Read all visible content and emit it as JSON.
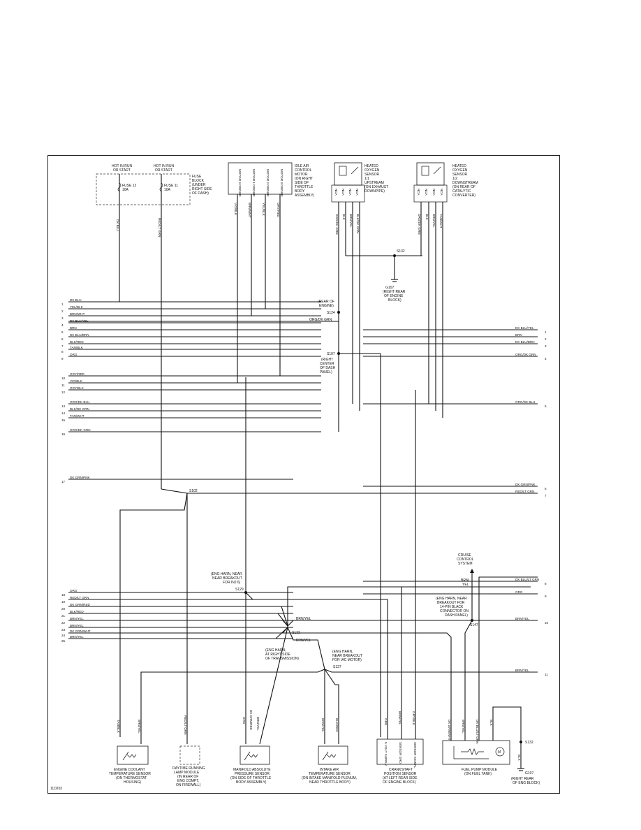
{
  "diagram_id": "11D202",
  "components": {
    "fuse_hot1": [
      "HOT IN RUN",
      "OR START"
    ],
    "fuse_hot2": [
      "HOT IN RUN",
      "OR START"
    ],
    "fuse12": [
      "FUSE 12",
      "10A"
    ],
    "fuse11": [
      "FUSE 11",
      "10A"
    ],
    "fuse_block": [
      "FUSE",
      "BLOCK",
      "(UNDER",
      "RIGHT SIDE",
      "OF DASH)"
    ],
    "iac": [
      "IDLE AIR",
      "CONTROL",
      "MOTOR",
      "(ON RIGHT",
      "SIDE OF",
      "THROTTLE",
      "BODY",
      "ASSEMBLY)"
    ],
    "iac_drivers": [
      "MOTOR 4 DRIVER",
      "MOTOR 1 DRIVER",
      "MOTOR 2 DRIVER",
      "MOTOR 3 DRIVER"
    ],
    "o2_1": [
      "HEATED",
      "OXYGEN",
      "SENSOR",
      "1/1",
      "UPSTREAM",
      "(ON EXHAUST",
      "DOWNPIPE)"
    ],
    "o2_2": [
      "HEATED",
      "OXYGEN",
      "SENSOR",
      "1/2",
      "DOWNSTREAM",
      "(ON REAR OF",
      "CATALYTIC",
      "CONVERTER)"
    ],
    "nca": "NCA",
    "ect": [
      "ENGINE COOLANT",
      "TEMPERATURE SENSOR",
      "(ON THERMOSTAT",
      "HOUSING)"
    ],
    "drl": [
      "DAYTIME RUNNING",
      "LAMP MODULE",
      "(IN REAR OF",
      "ENG COMPT,",
      "ON FIREWALL)"
    ],
    "map": [
      "MANIFOLD ABSOLUTE",
      "PRESSURE SENSOR",
      "(ON SIDE OF THROTTLE",
      "BODY ASSEMBLY)"
    ],
    "iat": [
      "INTAKE AIR",
      "TEMPERATURE SENSOR",
      "(ON INTAKE MANIFOLD PLENUM,",
      "NEAR THROTTLE BODY)"
    ],
    "ckp": [
      "CRANKSHAFT",
      "POSITION SENSOR",
      "(AT LEFT REAR SIDE",
      "OF ENGINE BLOCK)"
    ],
    "ckp_pins": [
      "5 VOLT SUPPLY",
      "SENSOR GRD",
      "SENSOR SIGNAL"
    ],
    "fpm": [
      "FUEL PUMP MODULE",
      "(ON FUEL TANK)"
    ],
    "cruise": [
      "CRUISE",
      "CONTROL",
      "SYSTEM"
    ]
  },
  "splices": {
    "s132": "S132",
    "g107a": [
      "G107",
      "(RIGHT REAR",
      "OF ENGINE",
      "BLOCK)"
    ],
    "s124": [
      "(REAR OF",
      "ENGINE)",
      "S124"
    ],
    "s107": [
      "S107",
      "(RIGHT",
      "CENTER",
      "OF DASH",
      "PANEL)"
    ],
    "s102": "S102",
    "s129": [
      "(ENG HARN, NEAR",
      "NEAR BREAKOUT",
      "FOR INJ 6)",
      "S129"
    ],
    "s133": "S133",
    "s133_note": [
      "(ENG HARN,",
      "AT RIGHT SIDE",
      "OF TRANSMISSION)"
    ],
    "s127": [
      "(ENG HARN,",
      "NEAR BREAKOUT",
      "FOR IAC MOTOR)",
      "S127"
    ],
    "s147": [
      "(ENG HARN, NEAR",
      "BREAKOUT FOR",
      "14-PIN BLACK",
      "CONNECTOR ON",
      "DASH PANEL)",
      "S147"
    ],
    "s132b": "S132",
    "g107b": [
      "G107",
      "(RIGHT REAR",
      "OF ENG BLOCK)"
    ]
  },
  "wires": {
    "dk_blu": "DK BLU",
    "red_lt_grn": "RED/LT GRN",
    "vio_blk": "VIO/BLK",
    "brn_wht": "BRN/WHT",
    "yel_blk": "YEL/BLK",
    "gry_red": "GRY/RED",
    "org_dk_grn": "ORG/DK GRN",
    "blk": "BLK",
    "brn_yel": "BRN/YEL",
    "blk_dk_grn": "BLK/DK GRN",
    "brn_yel2": "BRN/YEL",
    "tan_wht": "TAN/WHT",
    "tan_blk": "TAN/BLK",
    "org": "ORG",
    "dk_grn_red": "DK GRN/RED",
    "blk_red": "BLK/RED",
    "gry_blk": "GRY/BLK",
    "dk_grn_wht": "DK GRN/WHT",
    "dk_blu_lt_grn": "DK BLU/LT GRN",
    "brn_yel_split": [
      "BRN/",
      "YEL"
    ],
    "blk_g": "BLK"
  },
  "left_rows": [
    {
      "n": "1",
      "label": "DK BLU"
    },
    {
      "n": "2",
      "label": "YEL/BLK"
    },
    {
      "n": "3",
      "label": "BRN/WHT"
    },
    {
      "n": "4",
      "label": "DK BLU/YEL"
    },
    {
      "n": "5",
      "label": "BRN"
    },
    {
      "n": "6",
      "label": "DK BLU/BRN"
    },
    {
      "n": "7",
      "label": "BLK/RED"
    },
    {
      "n": "8",
      "label": "TAN/BLK"
    },
    {
      "n": "9",
      "label": "ORG"
    },
    {
      "n": "10",
      "label": "GRY/RED"
    },
    {
      "n": "11",
      "label": "VIO/BLK"
    },
    {
      "n": "12",
      "label": "GRY/BLK"
    },
    {
      "n": "13",
      "label": "ORG/DK BLU"
    },
    {
      "n": "14",
      "label": "BLK/DK GRN"
    },
    {
      "n": "15",
      "label": "TAN/WHT"
    },
    {
      "n": "16",
      "label": "ORG/DK GRN"
    },
    {
      "n": "17",
      "label": "DK GRN/PNK"
    },
    {
      "n": "18",
      "label": "ORG"
    },
    {
      "n": "19",
      "label": "RED/LT GRN"
    },
    {
      "n": "20",
      "label": "DK GRN/RED"
    },
    {
      "n": "21",
      "label": "BLK/RED"
    },
    {
      "n": "22",
      "label": "BRN/YEL"
    },
    {
      "n": "23",
      "label": "BRN/YEL"
    },
    {
      "n": "24",
      "label": "DK GRN/WHT"
    },
    {
      "n": "25",
      "label": "BRN/YEL"
    }
  ],
  "right_rows": [
    {
      "n": "1",
      "label": "DK BLU/YEL"
    },
    {
      "n": "2",
      "label": "BRN"
    },
    {
      "n": "3",
      "label": "DK BLU/BRN"
    },
    {
      "n": "4",
      "label": "ORG/DK GRN"
    },
    {
      "n": "5",
      "label": "ORG/DK BLU"
    },
    {
      "n": "6",
      "label": "DK GRN/PNK"
    },
    {
      "n": "7",
      "label": "RED/LT GRN"
    },
    {
      "n": "8",
      "label": "DK BLU/LT GRN"
    },
    {
      "n": "9",
      "label": "ORG"
    },
    {
      "n": "10",
      "label": "BRN/YEL"
    },
    {
      "n": "11",
      "label": "BRN/YEL"
    }
  ],
  "extra_labels": {
    "s124_org": "ORG/DK GRN",
    "s107_org": "ORG/DK GRN"
  }
}
